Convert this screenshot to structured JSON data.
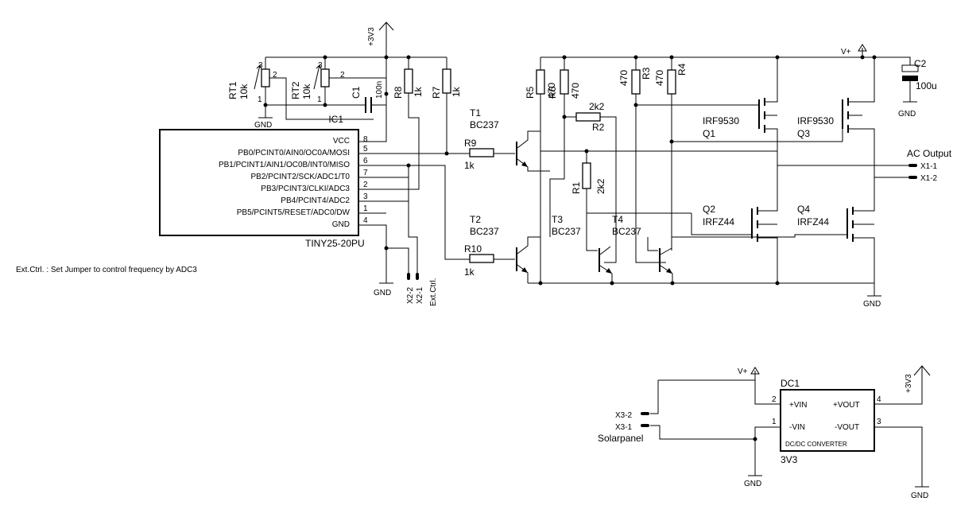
{
  "ic": {
    "name": "IC1",
    "part": "TINY25-20PU",
    "pins": [
      {
        "num": "8",
        "label": "VCC"
      },
      {
        "num": "5",
        "label": "PB0/PCINT0/AIN0/OC0A/MOSI"
      },
      {
        "num": "6",
        "label": "PB1/PCINT1/AIN1/OC0B/INT0/MISO"
      },
      {
        "num": "7",
        "label": "PB2/PCINT2/SCK/ADC1/T0"
      },
      {
        "num": "2",
        "label": "PB3/PCINT3/CLKI/ADC3"
      },
      {
        "num": "3",
        "label": "PB4/PCINT4/ADC2"
      },
      {
        "num": "1",
        "label": "PB5/PCINT5/RESET/ADC0/DW"
      },
      {
        "num": "4",
        "label": "GND"
      }
    ]
  },
  "supply": {
    "v3_label": "+3V3",
    "vplus_label": "V+",
    "gnd_label": "GND"
  },
  "pots": {
    "rt1": {
      "name": "RT1",
      "value": "10k"
    },
    "rt2": {
      "name": "RT2",
      "value": "10k"
    },
    "pin1": "1",
    "pin2": "2",
    "pin3": "3"
  },
  "caps": {
    "c1": {
      "name": "C1",
      "value": "100n"
    },
    "c2": {
      "name": "C2",
      "value": "100u"
    }
  },
  "resistors": {
    "r8": {
      "name": "R8",
      "value": "1k"
    },
    "r7": {
      "name": "R7",
      "value": "1k"
    },
    "r9": {
      "name": "R9",
      "value": "1k"
    },
    "r10": {
      "name": "R10",
      "value": "1k"
    },
    "r5": {
      "name": "R5",
      "value": "470"
    },
    "r6": {
      "name": "R6",
      "value": "470"
    },
    "r3": {
      "name": "R3",
      "value": "470"
    },
    "r4": {
      "name": "R4",
      "value": "470"
    },
    "r2": {
      "name": "R2",
      "value": "2k2"
    },
    "r1": {
      "name": "R1",
      "value": "2k2"
    }
  },
  "transistors": {
    "t1": {
      "name": "T1",
      "part": "BC237"
    },
    "t2": {
      "name": "T2",
      "part": "BC237"
    },
    "t3": {
      "name": "T3",
      "part": "BC237"
    },
    "t4": {
      "name": "T4",
      "part": "BC237"
    },
    "q1": {
      "name": "Q1",
      "part": "IRF9530"
    },
    "q3": {
      "name": "Q3",
      "part": "IRF9530"
    },
    "q2": {
      "name": "Q2",
      "part": "IRFZ44"
    },
    "q4": {
      "name": "Q4",
      "part": "IRFZ44"
    }
  },
  "connectors": {
    "x1_1": "X1-1",
    "x1_2": "X1-2",
    "ac_output": "AC Output",
    "x2_2": "X2-2",
    "x2_1": "X2-1",
    "ext_ctrl": "Ext.Ctrl.",
    "x3_2": "X3-2",
    "x3_1": "X3-1",
    "solarpanel": "Solarpanel"
  },
  "note": "Ext.Ctrl. : Set Jumper to control frequency by ADC3",
  "dcdc": {
    "name": "DC1",
    "title": "DC/DC CONVERTER",
    "part": "3V3",
    "vin_plus": "+VIN",
    "vin_minus": "-VIN",
    "vout_plus": "+VOUT",
    "vout_minus": "-VOUT",
    "pin1": "1",
    "pin2": "2",
    "pin3": "3",
    "pin4": "4"
  }
}
